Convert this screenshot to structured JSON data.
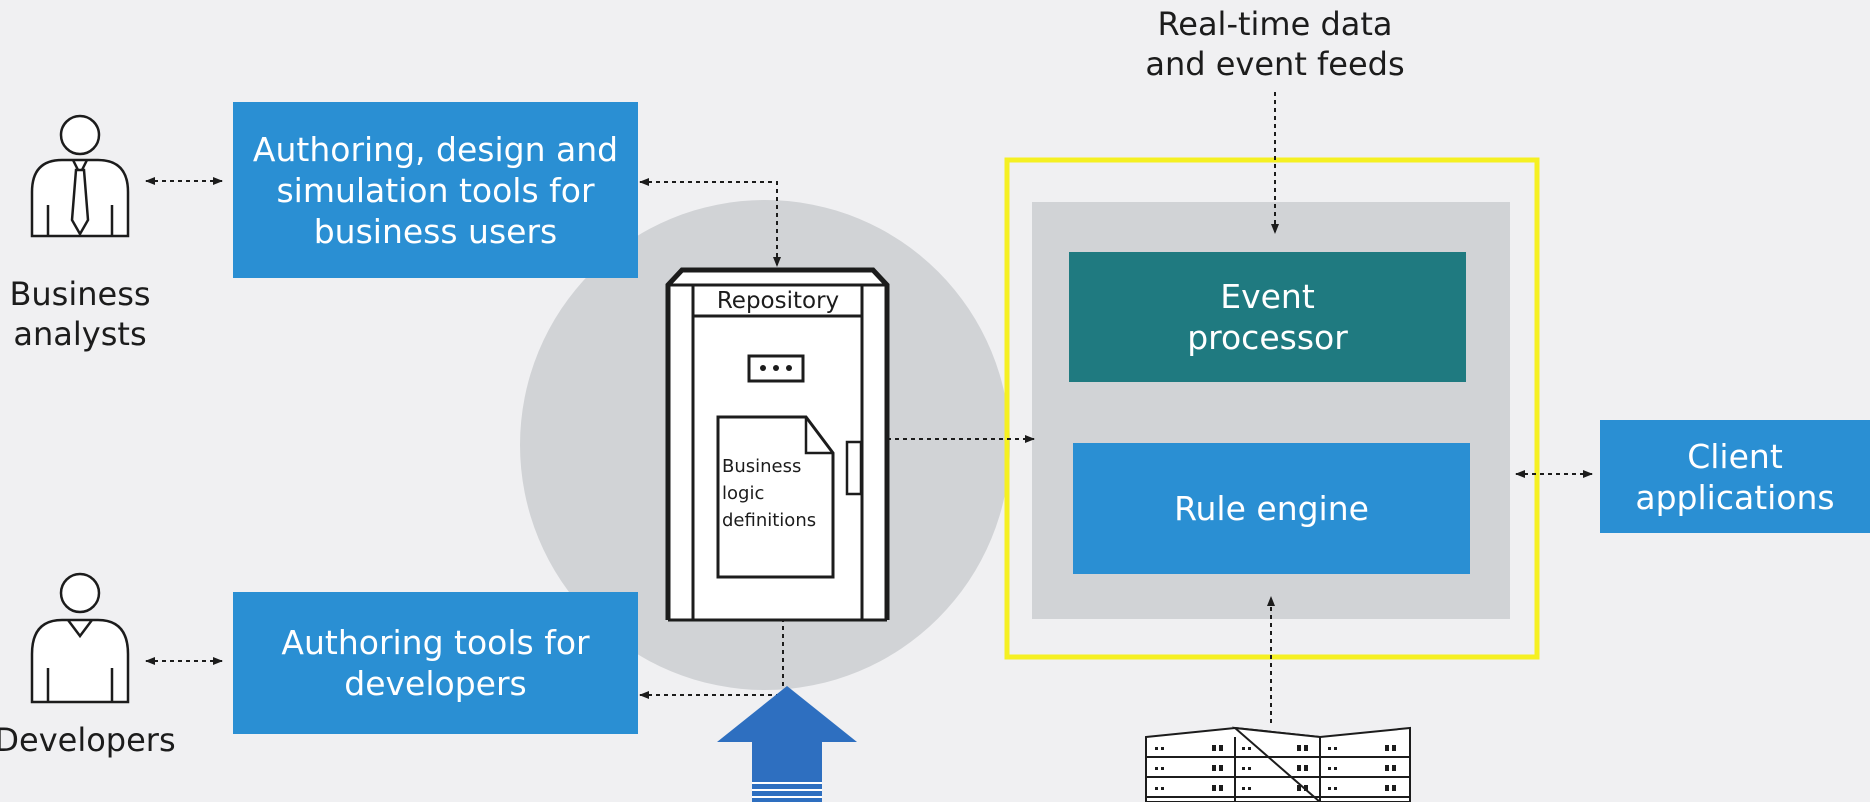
{
  "actors": {
    "business_analysts": "Business\nanalysts",
    "developers": "Developers"
  },
  "boxes": {
    "business_tools": "Authoring, design and\nsimulation tools for\nbusiness users",
    "developer_tools": "Authoring tools for\ndevelopers",
    "event_processor": "Event\nprocessor",
    "rule_engine": "Rule engine",
    "client_applications": "Client\napplications"
  },
  "repository": {
    "label": "Repository",
    "document": "Business\nlogic\ndefinitions"
  },
  "feeds": {
    "realtime": "Real-time data\nand event feeds"
  },
  "colors": {
    "blue_box": "#2a8fd3",
    "teal_box": "#1f7a80",
    "highlight_border": "#f5f022",
    "platform_panel": "#d1d3d6",
    "repository_circle": "#d1d3d6",
    "upload_arrow": "#2e6fc0"
  }
}
